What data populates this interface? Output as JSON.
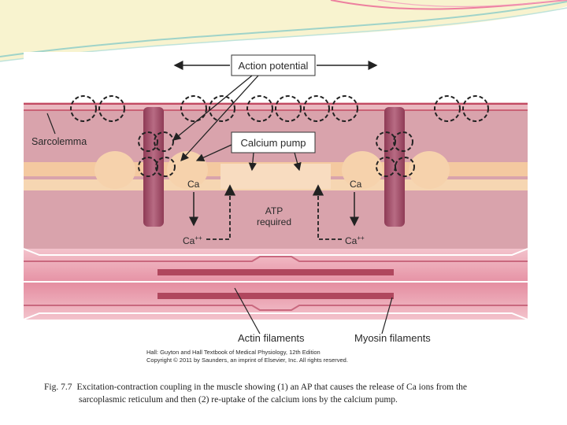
{
  "figure": {
    "labels": {
      "action_potential": "Action potential",
      "calcium_pump": "Calcium pump",
      "sarcolemma": "Sarcolemma",
      "ca_left": "Ca",
      "ca_right": "Ca",
      "ca_plus_left": "Ca",
      "ca_plus_right": "Ca",
      "ca_superscript": "++",
      "atp_line1": "ATP",
      "atp_line2": "required",
      "actin_filaments": "Actin filaments",
      "myosin_filaments": "Myosin filaments"
    },
    "credit": {
      "line1": "Hall: Guyton and Hall Textbook of Medical Physiology, 12th Edition",
      "line2": "Copyright © 2011 by Saunders, an imprint of Elsevier, Inc. All rights reserved."
    }
  },
  "caption": {
    "number": "Fig. 7.7",
    "line1": "Excitation-contraction coupling in the muscle showing (1) an AP that causes the release of Ca ions from the",
    "line2": "sarcoplasmic reticulum and then (2) re-uptake of the calcium ions by the calcium pump."
  },
  "colors": {
    "swoosh_yellow": "#f3e9a8",
    "swoosh_teal": "#9fd3c9",
    "swoosh_pink": "#e84f8a",
    "sarcoplasm": "#d9a3ac",
    "membrane": "#c24a62",
    "t_tubule": "#a8546b",
    "reticulum": "#f4c9a0",
    "myofibril": "#e8a7b3",
    "filament": "#b0475e"
  }
}
